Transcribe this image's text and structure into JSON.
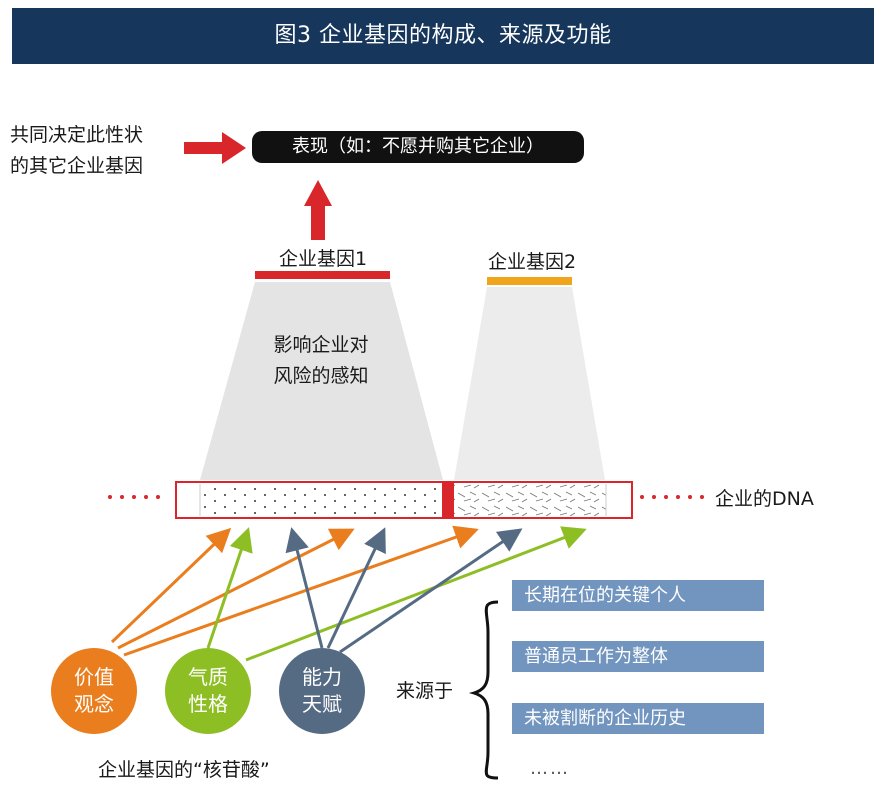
{
  "header": {
    "title": "图3  企业基因的构成、来源及功能"
  },
  "left_note": {
    "line1": "共同决定此性状",
    "line2": "的其它企业基因"
  },
  "expression": {
    "label": "表现（如：不愿并购其它企业）"
  },
  "genes": [
    {
      "label": "企业基因1",
      "description_line1": "影响企业对",
      "description_line2": "风险的感知",
      "bar_color": "#d9262b"
    },
    {
      "label": "企业基因2",
      "bar_color": "#f0a51c"
    }
  ],
  "dna": {
    "label": "企业的DNA",
    "border_color": "#d9262b"
  },
  "nucleotides": [
    {
      "line1": "价值",
      "line2": "观念",
      "color": "#ea7d1d"
    },
    {
      "line1": "气质",
      "line2": "性格",
      "color": "#8dbe24"
    },
    {
      "line1": "能力",
      "line2": "天赋",
      "color": "#556b84"
    }
  ],
  "caption": "企业基因的“核苷酸”",
  "sources": {
    "label": "来源于",
    "items": [
      "长期在位的关键个人",
      "普通员工作为整体",
      "未被割断的企业历史"
    ],
    "more": "……"
  },
  "colors": {
    "header_bg": "#16365c",
    "arrow_red": "#d9262b",
    "source_box": "#7195be"
  }
}
